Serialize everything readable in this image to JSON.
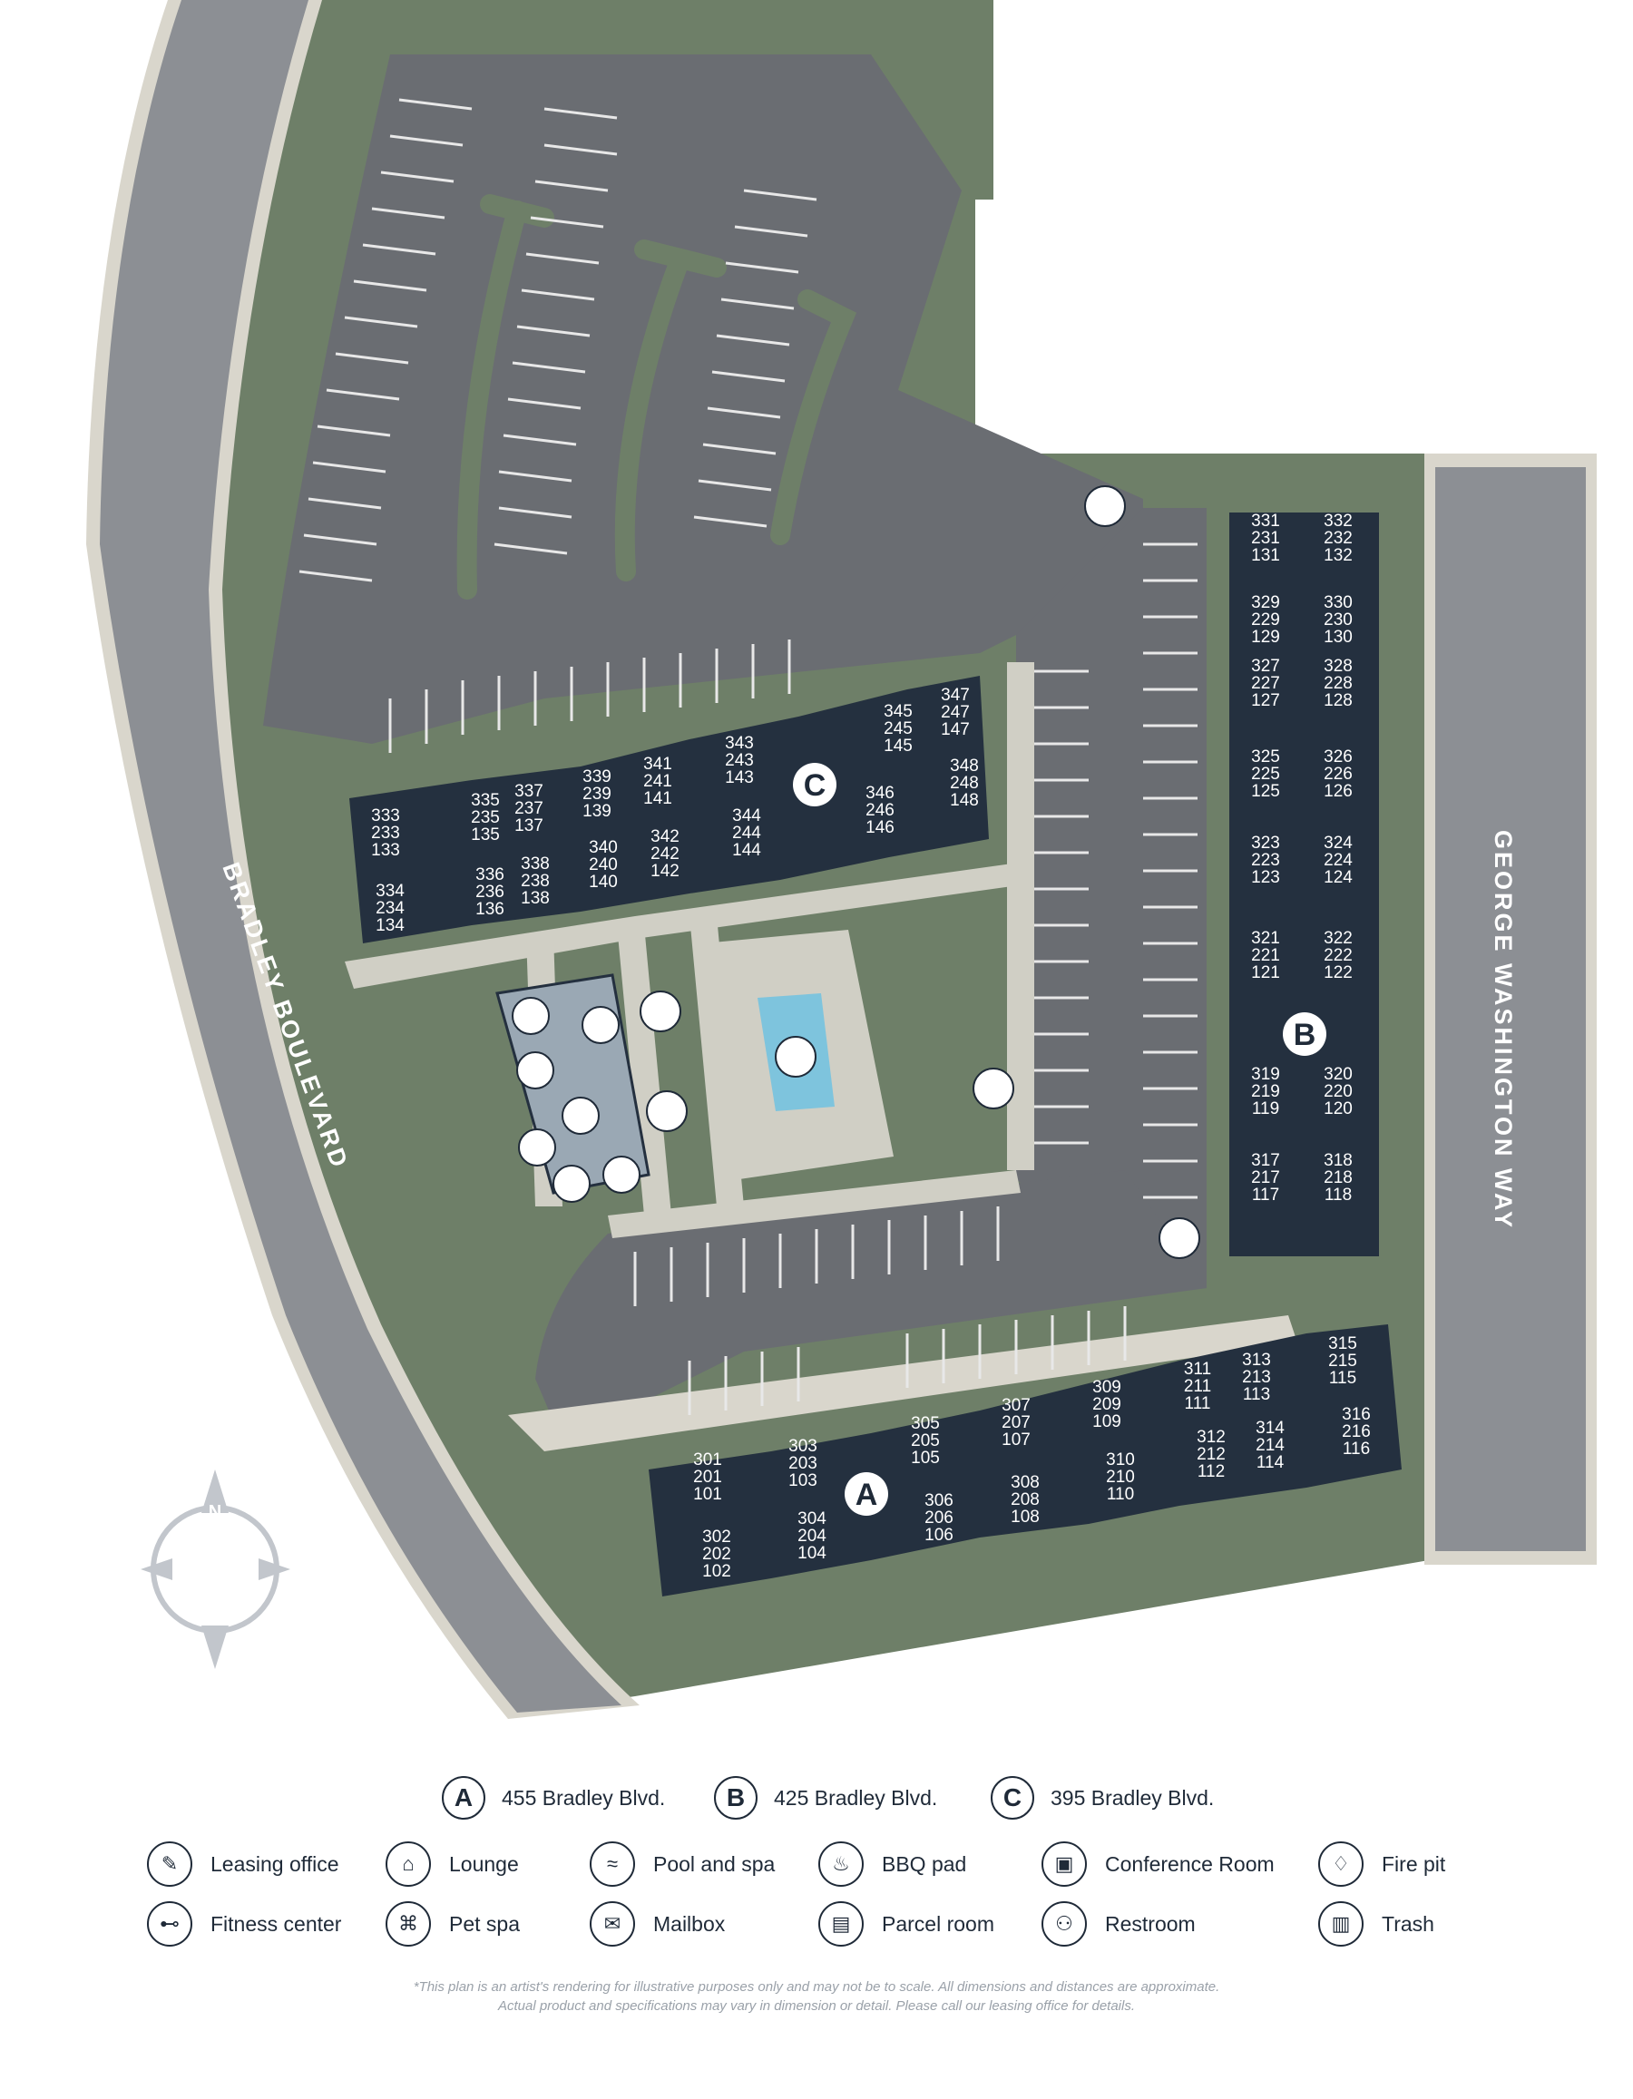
{
  "map": {
    "roads": {
      "west": "BRADLEY BOULEVARD",
      "east": "GEORGE WASHINGTON WAY"
    },
    "compass": "N",
    "buildings": [
      {
        "letter": "A"
      },
      {
        "letter": "B"
      },
      {
        "letter": "C"
      }
    ],
    "units": {
      "c": [
        {
          "n": [
            "333",
            "233",
            "133"
          ]
        },
        {
          "n": [
            "334",
            "234",
            "134"
          ]
        },
        {
          "n": [
            "335",
            "235",
            "135"
          ]
        },
        {
          "n": [
            "336",
            "236",
            "136"
          ]
        },
        {
          "n": [
            "337",
            "237",
            "137"
          ]
        },
        {
          "n": [
            "338",
            "238",
            "138"
          ]
        },
        {
          "n": [
            "339",
            "239",
            "139"
          ]
        },
        {
          "n": [
            "340",
            "240",
            "140"
          ]
        },
        {
          "n": [
            "341",
            "241",
            "141"
          ]
        },
        {
          "n": [
            "342",
            "242",
            "142"
          ]
        },
        {
          "n": [
            "343",
            "243",
            "143"
          ]
        },
        {
          "n": [
            "344",
            "244",
            "144"
          ]
        },
        {
          "n": [
            "345",
            "245",
            "145"
          ]
        },
        {
          "n": [
            "346",
            "246",
            "146"
          ]
        },
        {
          "n": [
            "347",
            "247",
            "147"
          ]
        },
        {
          "n": [
            "348",
            "248",
            "148"
          ]
        }
      ],
      "b": [
        {
          "n": [
            "331",
            "231",
            "131"
          ]
        },
        {
          "n": [
            "332",
            "232",
            "132"
          ]
        },
        {
          "n": [
            "329",
            "229",
            "129"
          ]
        },
        {
          "n": [
            "330",
            "230",
            "130"
          ]
        },
        {
          "n": [
            "327",
            "227",
            "127"
          ]
        },
        {
          "n": [
            "328",
            "228",
            "128"
          ]
        },
        {
          "n": [
            "325",
            "225",
            "125"
          ]
        },
        {
          "n": [
            "326",
            "226",
            "126"
          ]
        },
        {
          "n": [
            "323",
            "223",
            "123"
          ]
        },
        {
          "n": [
            "324",
            "224",
            "124"
          ]
        },
        {
          "n": [
            "321",
            "221",
            "121"
          ]
        },
        {
          "n": [
            "322",
            "222",
            "122"
          ]
        },
        {
          "n": [
            "319",
            "219",
            "119"
          ]
        },
        {
          "n": [
            "320",
            "220",
            "120"
          ]
        },
        {
          "n": [
            "317",
            "217",
            "117"
          ]
        },
        {
          "n": [
            "318",
            "218",
            "118"
          ]
        }
      ],
      "a": [
        {
          "n": [
            "301",
            "201",
            "101"
          ]
        },
        {
          "n": [
            "302",
            "202",
            "102"
          ]
        },
        {
          "n": [
            "303",
            "203",
            "103"
          ]
        },
        {
          "n": [
            "304",
            "204",
            "104"
          ]
        },
        {
          "n": [
            "305",
            "205",
            "105"
          ]
        },
        {
          "n": [
            "306",
            "206",
            "106"
          ]
        },
        {
          "n": [
            "307",
            "207",
            "107"
          ]
        },
        {
          "n": [
            "308",
            "208",
            "108"
          ]
        },
        {
          "n": [
            "309",
            "209",
            "109"
          ]
        },
        {
          "n": [
            "310",
            "210",
            "110"
          ]
        },
        {
          "n": [
            "311",
            "211",
            "111"
          ]
        },
        {
          "n": [
            "312",
            "212",
            "112"
          ]
        },
        {
          "n": [
            "313",
            "213",
            "113"
          ]
        },
        {
          "n": [
            "314",
            "214",
            "114"
          ]
        },
        {
          "n": [
            "315",
            "215",
            "115"
          ]
        },
        {
          "n": [
            "316",
            "216",
            "116"
          ]
        }
      ]
    }
  },
  "legend": {
    "addresses": [
      {
        "letter": "A",
        "text": "455 Bradley Blvd."
      },
      {
        "letter": "B",
        "text": "425 Bradley Blvd."
      },
      {
        "letter": "C",
        "text": "395 Bradley Blvd."
      }
    ],
    "amenities": [
      {
        "icon": "leasing-office-icon",
        "glyph": "✎",
        "label": "Leasing office"
      },
      {
        "icon": "lounge-icon",
        "glyph": "⌂",
        "label": "Lounge"
      },
      {
        "icon": "pool-and-spa-icon",
        "glyph": "≈",
        "label": "Pool and spa"
      },
      {
        "icon": "bbq-pad-icon",
        "glyph": "♨",
        "label": "BBQ pad"
      },
      {
        "icon": "conference-room-icon",
        "glyph": "▣",
        "label": "Conference Room"
      },
      {
        "icon": "fire-pit-icon",
        "glyph": "♢",
        "label": "Fire pit"
      },
      {
        "icon": "fitness-center-icon",
        "glyph": "⊷",
        "label": "Fitness center"
      },
      {
        "icon": "pet-spa-icon",
        "glyph": "⌘",
        "label": "Pet spa"
      },
      {
        "icon": "mailbox-icon",
        "glyph": "✉",
        "label": "Mailbox"
      },
      {
        "icon": "parcel-room-icon",
        "glyph": "▤",
        "label": "Parcel room"
      },
      {
        "icon": "restroom-icon",
        "glyph": "⚇",
        "label": "Restroom"
      },
      {
        "icon": "trash-icon",
        "glyph": "▥",
        "label": "Trash"
      }
    ]
  },
  "disclaimer": {
    "line1": "*This plan is an artist's rendering for illustrative purposes only and may not be to scale. All dimensions and distances are approximate.",
    "line2": "Actual product and specifications may vary in dimension or detail. Please call our leasing office for details."
  },
  "colors": {
    "grass": "#6e7f68",
    "asphalt": "#6a6d72",
    "road": "#8c8f94",
    "curb": "#d9d6cc",
    "building": "#24303f",
    "balcony": "#7f8e9a",
    "water": "#7ec4dd",
    "ink": "#1f2a38"
  }
}
